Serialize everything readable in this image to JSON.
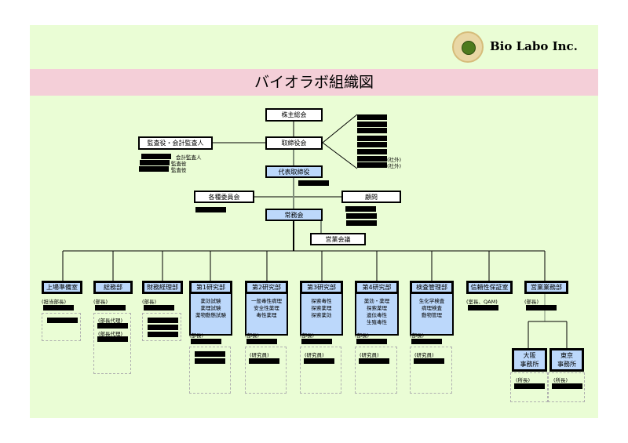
{
  "brand": {
    "name": "Bio Labo Inc."
  },
  "title": "バイオラボ組織図",
  "top": {
    "shareholders": "株主総会",
    "board": "取締役会",
    "auditors": "監査役・会計監査人",
    "president": "代表取締役",
    "committees": "各種委員会",
    "advisors": "顧問",
    "executive": "常務会",
    "sales_meeting": "営業会議"
  },
  "auditor_roles": [
    "会計監査人",
    "監査役",
    "監査役"
  ],
  "outside": "(社外)",
  "depts": [
    {
      "name": "上場準備室",
      "role": "(担当部長)"
    },
    {
      "name": "総務部",
      "role": "(部長)",
      "sub1": "(部長代理)",
      "sub2": "(部長代理)"
    },
    {
      "name": "財務経理部",
      "role": "(部長)"
    },
    {
      "name": "第1研究部",
      "body": "薬効試験\n薬理試験\n薬物動態試験",
      "role": "(部長)"
    },
    {
      "name": "第2研究部",
      "body": "一般毒性病理\n安全性薬理\n毒性薬理",
      "role": "(部長)",
      "staff": "(研究員)"
    },
    {
      "name": "第3研究部",
      "body": "探索毒性\n探索薬理\n探索薬効",
      "role": "(部長)",
      "staff": "(研究員)"
    },
    {
      "name": "第4研究部",
      "body": "薬効・薬理\n探索薬理\n遺伝毒性\n生殖毒性",
      "role": "(部長)",
      "staff": "(研究員)"
    },
    {
      "name": "検査管理部",
      "body": "生化学検査\n病理検査\n動物管理",
      "role": "(部長)",
      "staff": "(研究員)"
    },
    {
      "name": "信頼性保証室",
      "role": "(室長、QAM)"
    },
    {
      "name": "営業業務部",
      "role": "(部長)"
    }
  ],
  "offices": [
    {
      "name": "大阪\n事務所",
      "role": "(所長)"
    },
    {
      "name": "東京\n事務所",
      "role": "(所長)"
    }
  ]
}
